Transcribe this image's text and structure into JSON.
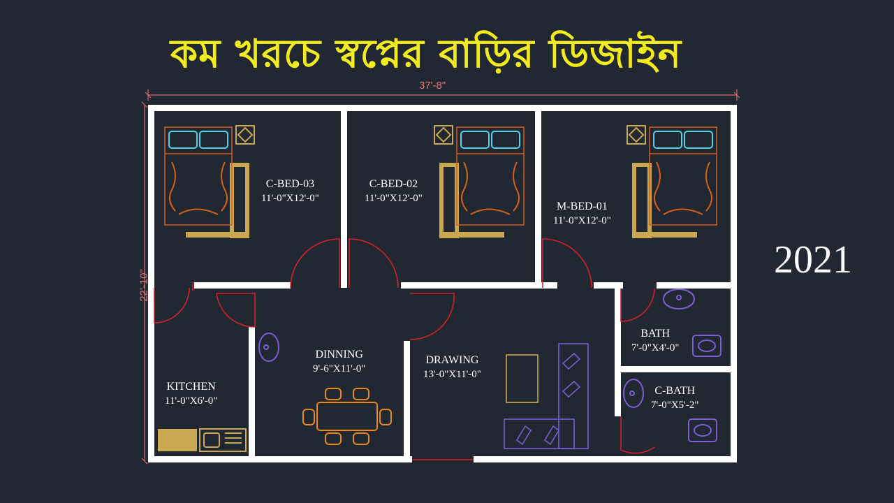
{
  "title": "কম খরচে স্বপ্নের বাড়ির ডিজাইন",
  "year": "2021",
  "dimensions": {
    "width": "37'-8\"",
    "height": "22'-10\""
  },
  "rooms": [
    {
      "name": "C-BED-03",
      "size": "11'-0\"X12'-0\""
    },
    {
      "name": "C-BED-02",
      "size": "11'-0\"X12'-0\""
    },
    {
      "name": "M-BED-01",
      "size": "11'-0\"X12'-0\""
    },
    {
      "name": "DINNING",
      "size": "9'-6\"X11'-0\""
    },
    {
      "name": "DRAWING",
      "size": "13'-0\"X11'-0\""
    },
    {
      "name": "KITCHEN",
      "size": "11'-0\"X6'-0\""
    },
    {
      "name": "BATH",
      "size": "7'-0\"X4'-0\""
    },
    {
      "name": "C-BATH",
      "size": "7'-0\"X5'-2\""
    }
  ],
  "colors": {
    "background": "#222831",
    "wall": "#ffffff",
    "title": "#f2ec1f",
    "door": "#d2202a",
    "bed_pillow": "#4fd3e8",
    "bed_ornament": "#d2601a",
    "furniture": "#c9a84f",
    "dining": "#e8891c",
    "sanitary": "#7a5cd6"
  }
}
